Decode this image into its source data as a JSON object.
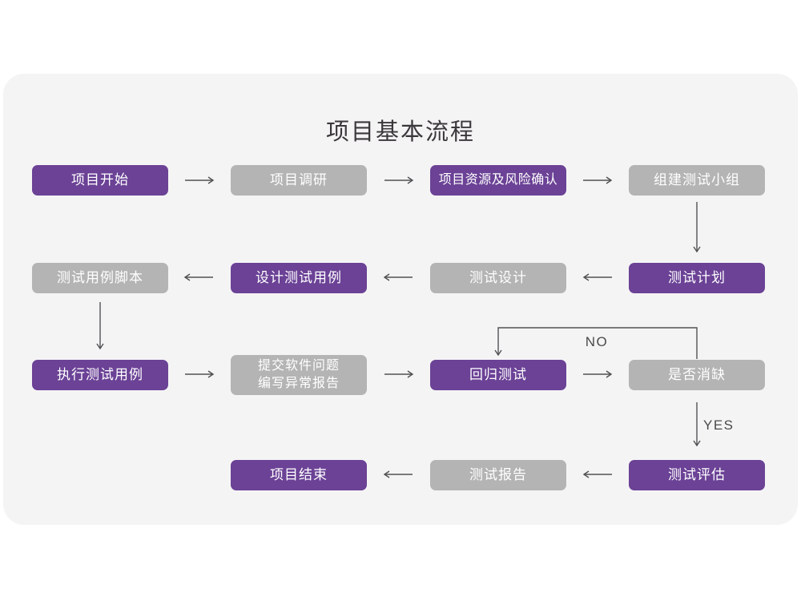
{
  "title": "项目基本流程",
  "colors": {
    "node_purple": "#6b4296",
    "node_gray": "#b5b4b5",
    "node_text": "#ffffff",
    "card_background": "#f5f4f5",
    "page_background": "#ffffff",
    "arrow": "#515153",
    "title_text": "#3b383b",
    "edge_label_text": "#4a4a4a"
  },
  "nodes": [
    {
      "label": "项目开始",
      "variant": "purple"
    },
    {
      "label": "项目调研",
      "variant": "gray"
    },
    {
      "label": "项目资源及风险确认",
      "variant": "purple"
    },
    {
      "label": "组建测试小组",
      "variant": "gray"
    },
    {
      "label": "测试用例脚本",
      "variant": "gray"
    },
    {
      "label": "设计测试用例",
      "variant": "purple"
    },
    {
      "label": "测试设计",
      "variant": "gray"
    },
    {
      "label": "测试计划",
      "variant": "purple"
    },
    {
      "label": "执行测试用例",
      "variant": "purple"
    },
    {
      "label": "提交软件问题编写异常报告",
      "lines": [
        "提交软件问题",
        "编写异常报告"
      ],
      "variant": "gray"
    },
    {
      "label": "回归测试",
      "variant": "purple"
    },
    {
      "label": "是否消缺",
      "variant": "gray"
    },
    {
      "label": "项目结束",
      "variant": "purple"
    },
    {
      "label": "测试报告",
      "variant": "gray"
    },
    {
      "label": "测试评估",
      "variant": "purple"
    }
  ],
  "edge_labels": {
    "no": "NO",
    "yes": "YES"
  }
}
